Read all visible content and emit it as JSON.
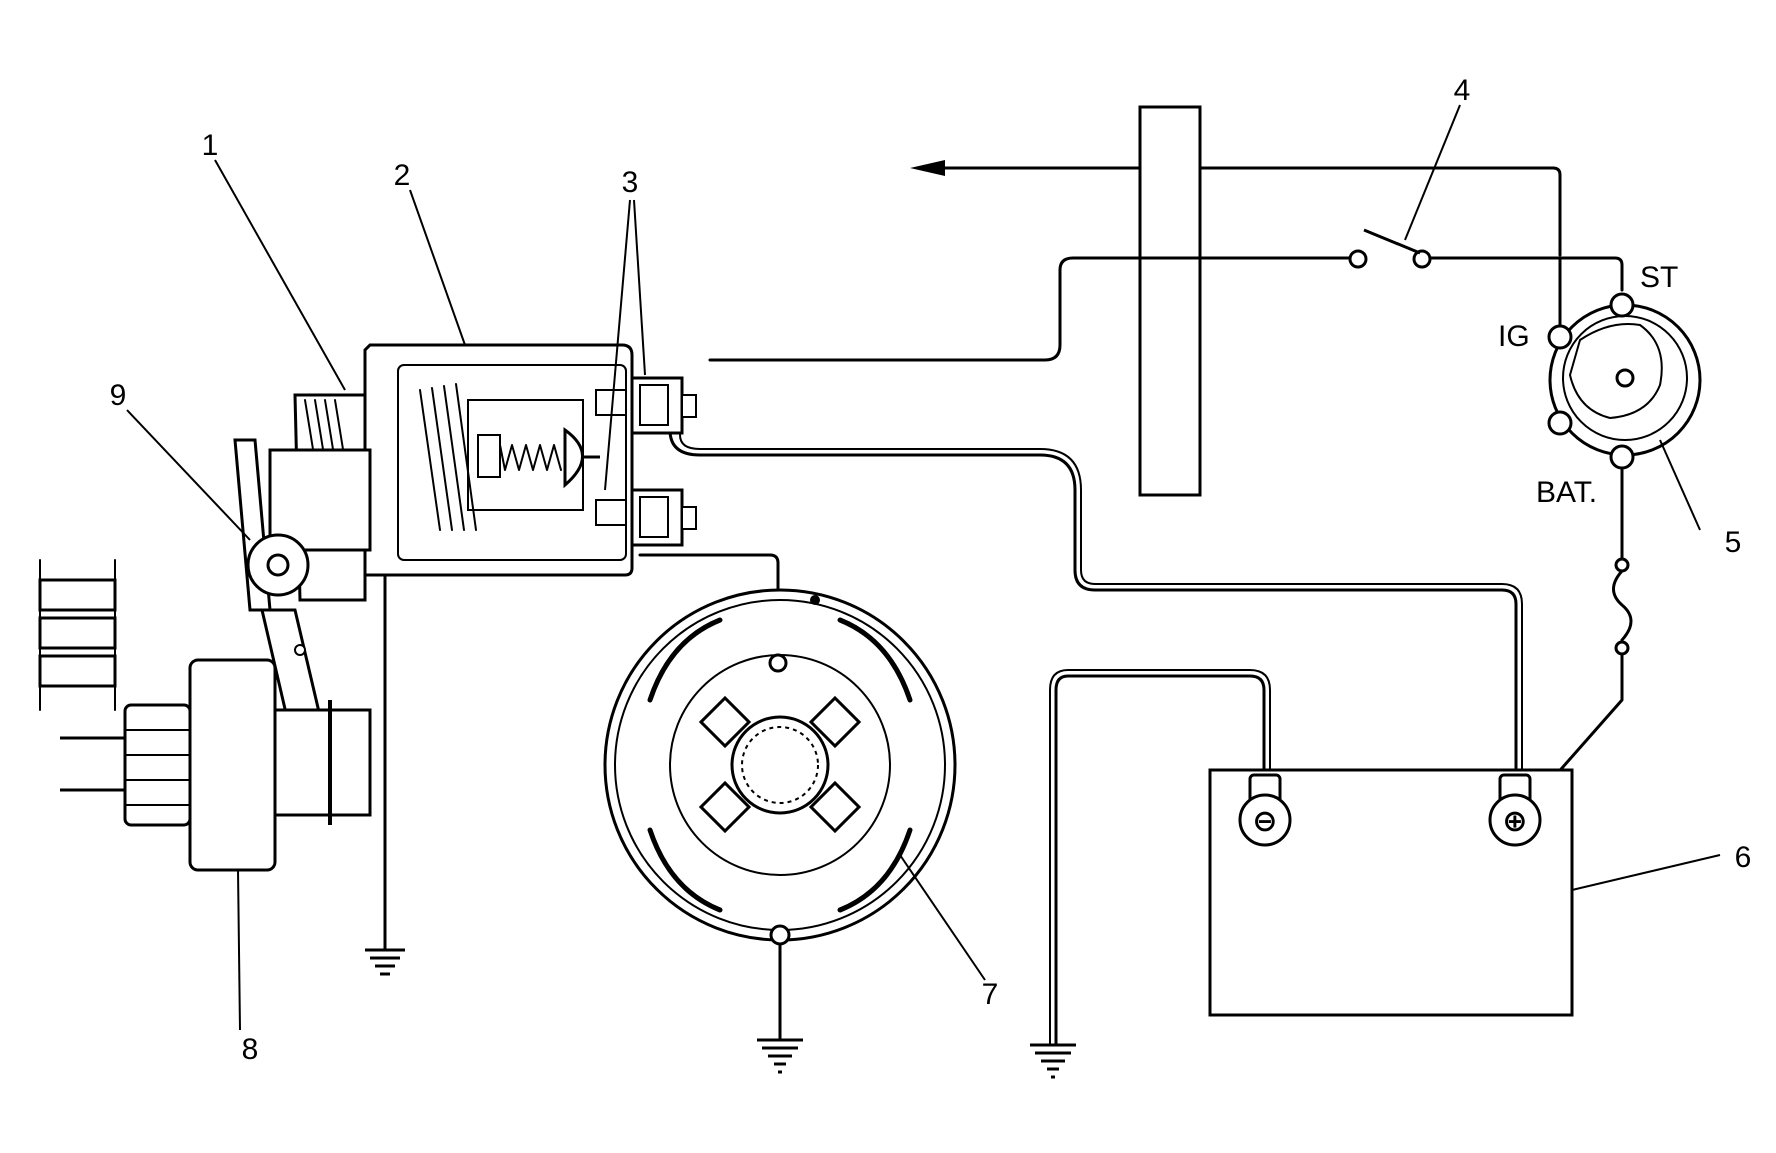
{
  "callouts": {
    "c1": "1",
    "c2": "2",
    "c3": "3",
    "c4": "4",
    "c5": "5",
    "c6": "6",
    "c7": "7",
    "c8": "8",
    "c9": "9"
  },
  "ignition_switch": {
    "st": "ST",
    "ig": "IG",
    "bat": "BAT."
  },
  "battery": {
    "negative": "⊖",
    "positive": "⊕"
  }
}
